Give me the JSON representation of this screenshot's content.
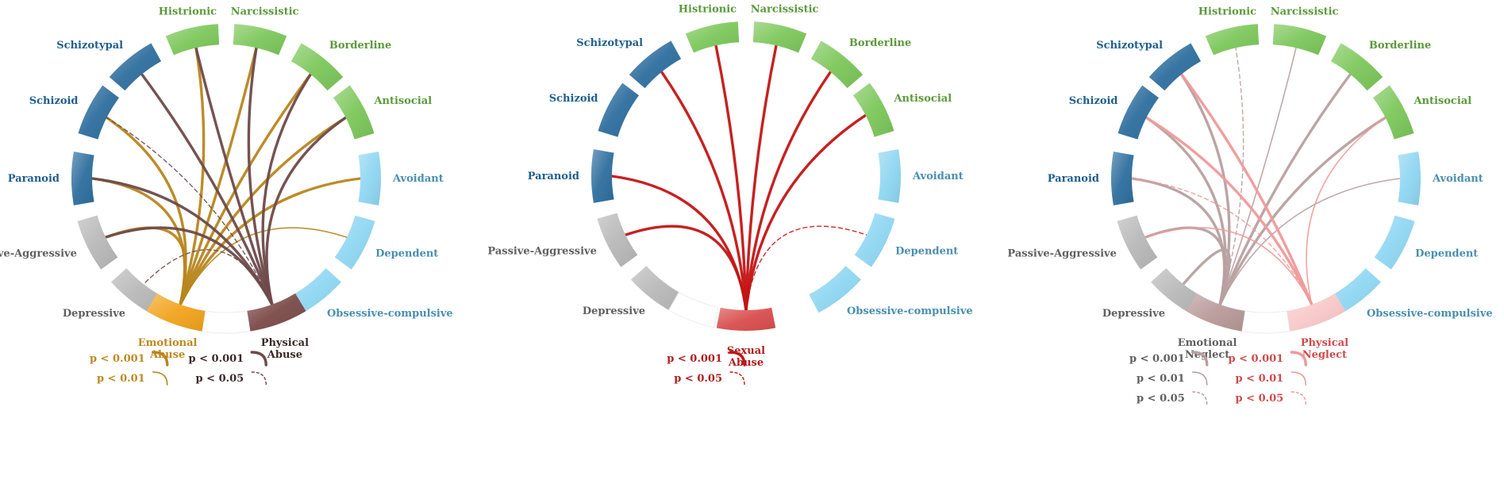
{
  "colors": {
    "cluster_a": "#2e6e9e",
    "cluster_b": "#7cc75a",
    "cluster_c": "#8fd6f2",
    "other": "#b8b8b8",
    "label_a": "#1f5f8f",
    "label_b": "#5a9a3a",
    "label_c": "#4a8fb0",
    "label_other": "#606060"
  },
  "disorders": [
    {
      "key": "Histrionic",
      "label": "Histrionic",
      "cluster": "b"
    },
    {
      "key": "Narcissistic",
      "label": "Narcissistic",
      "cluster": "b"
    },
    {
      "key": "Borderline",
      "label": "Borderline",
      "cluster": "b"
    },
    {
      "key": "Antisocial",
      "label": "Antisocial",
      "cluster": "b"
    },
    {
      "key": "Avoidant",
      "label": "Avoidant",
      "cluster": "c"
    },
    {
      "key": "Dependent",
      "label": "Dependent",
      "cluster": "c"
    },
    {
      "key": "Obsessive",
      "label": "Obsessive-compulsive",
      "cluster": "c"
    },
    {
      "key": "Depressive",
      "label": "Depressive",
      "cluster": "other"
    },
    {
      "key": "Passive",
      "label": "Passive-Aggressive",
      "cluster": "other"
    },
    {
      "key": "Paranoid",
      "label": "Paranoid",
      "cluster": "a"
    },
    {
      "key": "Schizoid",
      "label": "Schizoid",
      "cluster": "a"
    },
    {
      "key": "Schizotypal",
      "label": "Schizotypal",
      "cluster": "a"
    }
  ],
  "panels": [
    {
      "id": "abuse",
      "sources": [
        {
          "key": "EA",
          "label_lines": [
            "Emotional",
            "Abuse"
          ],
          "color": "#f2a31c",
          "label_color": "#c08820",
          "line_color": "#b8861e",
          "position": "left"
        },
        {
          "key": "PA",
          "label_lines": [
            "Physical",
            "Abuse"
          ],
          "color": "#7a4a48",
          "label_color": "#3a2a2a",
          "line_color": "#6e4a4a",
          "position": "right"
        }
      ],
      "connections": [
        {
          "from": "EA",
          "to": "Histrionic",
          "sig": "0.001"
        },
        {
          "from": "EA",
          "to": "Borderline",
          "sig": "0.001"
        },
        {
          "from": "EA",
          "to": "Antisocial",
          "sig": "0.001"
        },
        {
          "from": "EA",
          "to": "Avoidant",
          "sig": "0.001"
        },
        {
          "from": "EA",
          "to": "Passive",
          "sig": "0.001"
        },
        {
          "from": "EA",
          "to": "Paranoid",
          "sig": "0.001"
        },
        {
          "from": "EA",
          "to": "Schizoid",
          "sig": "0.001"
        },
        {
          "from": "EA",
          "to": "Dependent",
          "sig": "0.01"
        },
        {
          "from": "EA",
          "to": "Narcissistic",
          "sig": "0.001"
        },
        {
          "from": "PA",
          "to": "Histrionic",
          "sig": "0.001"
        },
        {
          "from": "PA",
          "to": "Narcissistic",
          "sig": "0.001"
        },
        {
          "from": "PA",
          "to": "Borderline",
          "sig": "0.001"
        },
        {
          "from": "PA",
          "to": "Schizotypal",
          "sig": "0.001"
        },
        {
          "from": "PA",
          "to": "Paranoid",
          "sig": "0.001"
        },
        {
          "from": "PA",
          "to": "Passive",
          "sig": "0.001"
        },
        {
          "from": "PA",
          "to": "Schizoid",
          "sig": "0.05"
        },
        {
          "from": "PA",
          "to": "Depressive",
          "sig": "0.05"
        },
        {
          "from": "PA",
          "to": "Antisocial",
          "sig": "0.001"
        }
      ],
      "legends": [
        {
          "source": "EA",
          "items": [
            {
              "label": "p < 0.001",
              "sig": "0.001"
            },
            {
              "label": "p < 0.01",
              "sig": "0.01"
            }
          ]
        },
        {
          "source": "PA",
          "items": [
            {
              "label": "p < 0.001",
              "sig": "0.001"
            },
            {
              "label": "p < 0.05",
              "sig": "0.05"
            }
          ]
        }
      ]
    },
    {
      "id": "sexual",
      "sources": [
        {
          "key": "SA",
          "label_lines": [
            "Sexual",
            "Abuse"
          ],
          "color": "#d94d4d",
          "label_color": "#b01e1e",
          "line_color": "#c41414",
          "position": "center"
        }
      ],
      "connections": [
        {
          "from": "SA",
          "to": "Schizotypal",
          "sig": "0.001"
        },
        {
          "from": "SA",
          "to": "Histrionic",
          "sig": "0.001"
        },
        {
          "from": "SA",
          "to": "Narcissistic",
          "sig": "0.001"
        },
        {
          "from": "SA",
          "to": "Borderline",
          "sig": "0.001"
        },
        {
          "from": "SA",
          "to": "Antisocial",
          "sig": "0.001"
        },
        {
          "from": "SA",
          "to": "Paranoid",
          "sig": "0.001"
        },
        {
          "from": "SA",
          "to": "Passive",
          "sig": "0.001"
        },
        {
          "from": "SA",
          "to": "Dependent",
          "sig": "0.05"
        }
      ],
      "legends": [
        {
          "source": "SA",
          "items": [
            {
              "label": "p < 0.001",
              "sig": "0.001"
            },
            {
              "label": "p < 0.05",
              "sig": "0.05"
            }
          ]
        }
      ]
    },
    {
      "id": "neglect",
      "sources": [
        {
          "key": "EN",
          "label_lines": [
            "Emotional",
            "Neglect"
          ],
          "color": "#b89a9a",
          "label_color": "#606060",
          "line_color": "#b8a0a0",
          "position": "left"
        },
        {
          "key": "PN",
          "label_lines": [
            "Physical",
            "Neglect"
          ],
          "color": "#f8c8c8",
          "label_color": "#d04a4a",
          "line_color": "#f0999a",
          "position": "right"
        }
      ],
      "connections": [
        {
          "from": "EN",
          "to": "Schizotypal",
          "sig": "0.001"
        },
        {
          "from": "EN",
          "to": "Borderline",
          "sig": "0.001"
        },
        {
          "from": "EN",
          "to": "Antisocial",
          "sig": "0.001"
        },
        {
          "from": "EN",
          "to": "Schizoid",
          "sig": "0.001"
        },
        {
          "from": "EN",
          "to": "Paranoid",
          "sig": "0.001"
        },
        {
          "from": "EN",
          "to": "Passive",
          "sig": "0.001"
        },
        {
          "from": "EN",
          "to": "Depressive",
          "sig": "0.001"
        },
        {
          "from": "EN",
          "to": "Narcissistic",
          "sig": "0.01"
        },
        {
          "from": "EN",
          "to": "Avoidant",
          "sig": "0.01"
        },
        {
          "from": "EN",
          "to": "Histrionic",
          "sig": "0.05"
        },
        {
          "from": "PN",
          "to": "Schizotypal",
          "sig": "0.001"
        },
        {
          "from": "PN",
          "to": "Schizoid",
          "sig": "0.001"
        },
        {
          "from": "PN",
          "to": "Antisocial",
          "sig": "0.01"
        },
        {
          "from": "PN",
          "to": "Passive",
          "sig": "0.01"
        },
        {
          "from": "PN",
          "to": "Paranoid",
          "sig": "0.05"
        }
      ],
      "legends": [
        {
          "source": "EN",
          "items": [
            {
              "label": "p < 0.001",
              "sig": "0.001"
            },
            {
              "label": "p < 0.01",
              "sig": "0.01"
            },
            {
              "label": "p < 0.05",
              "sig": "0.05"
            }
          ]
        },
        {
          "source": "PN",
          "items": [
            {
              "label": "p < 0.001",
              "sig": "0.001"
            },
            {
              "label": "p < 0.01",
              "sig": "0.01"
            },
            {
              "label": "p < 0.05",
              "sig": "0.05"
            }
          ]
        }
      ]
    }
  ]
}
